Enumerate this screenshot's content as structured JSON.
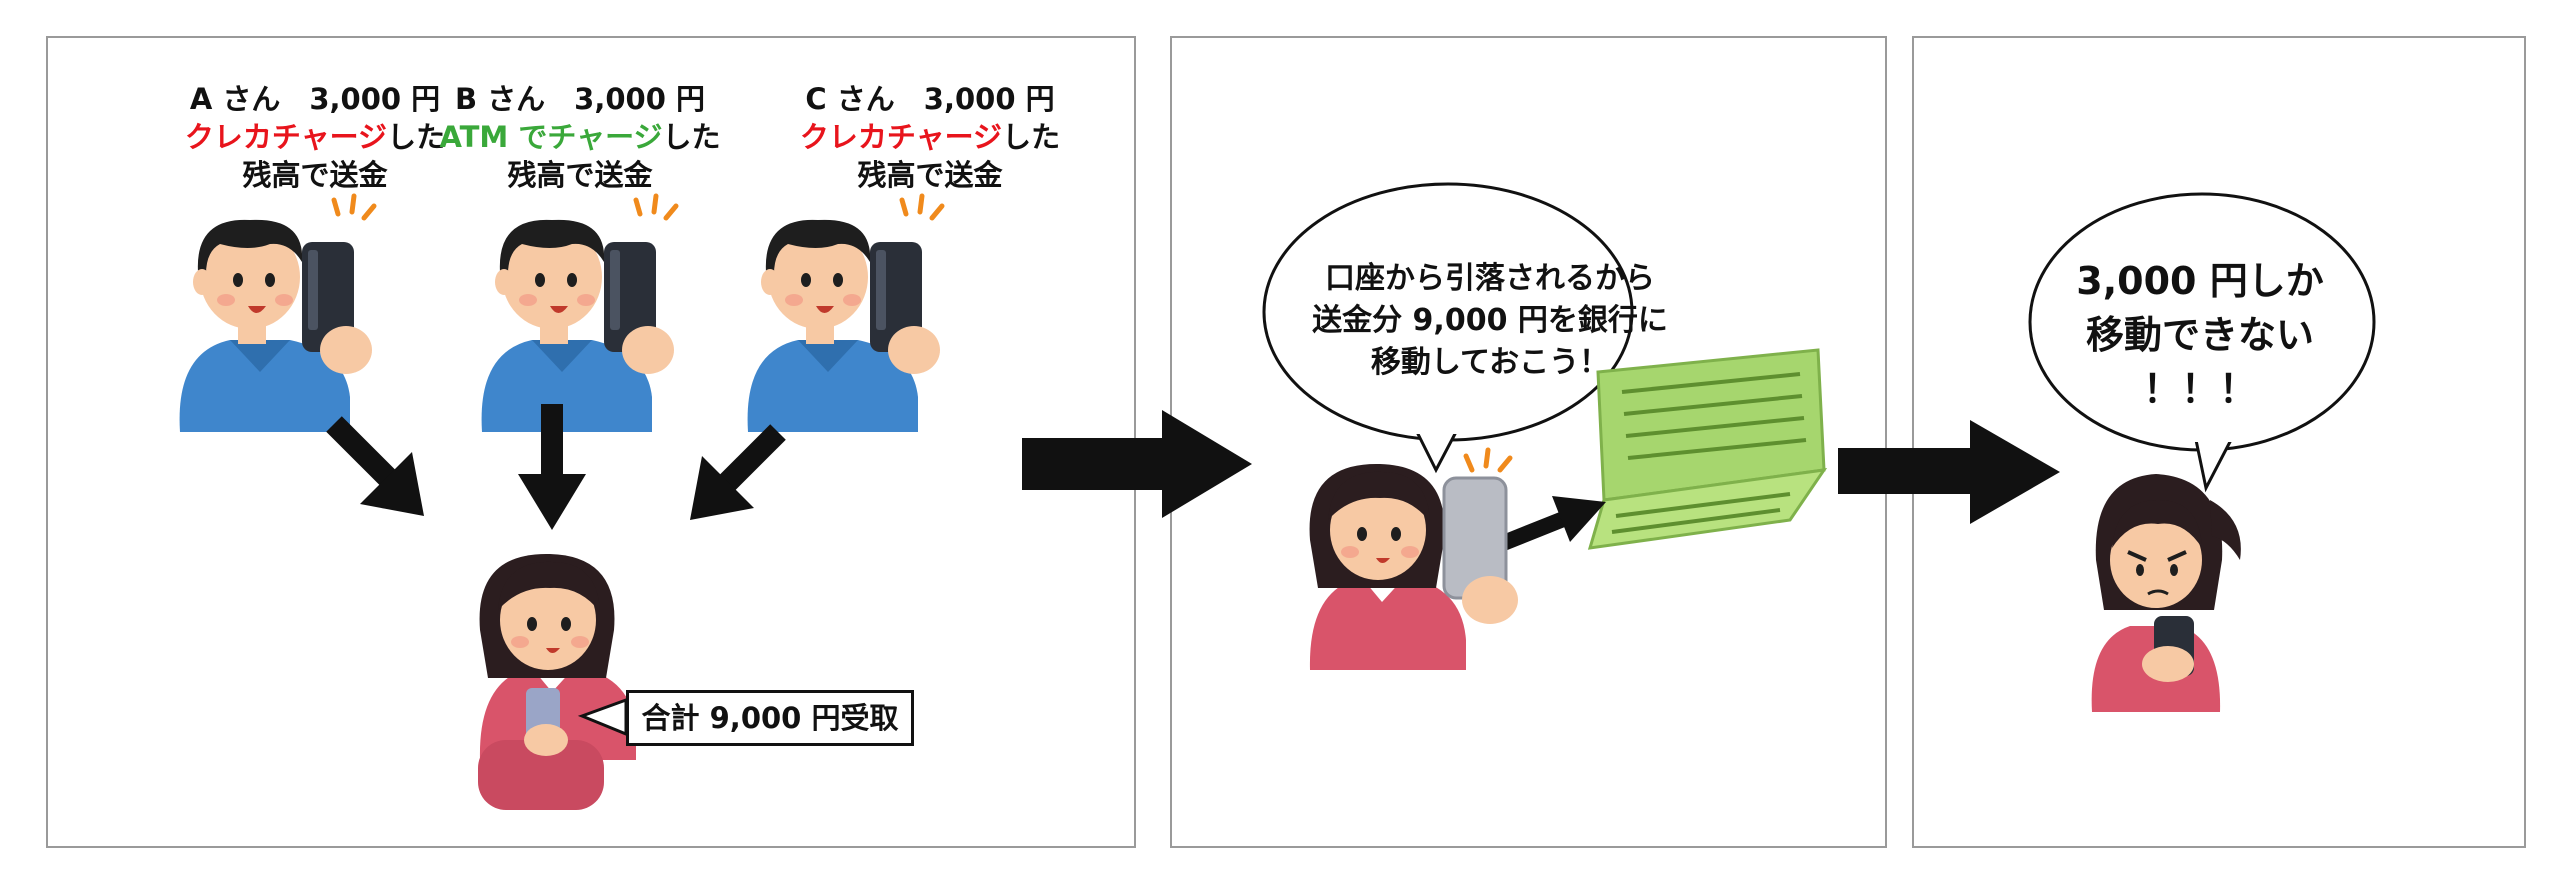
{
  "panel1": {
    "senders": [
      {
        "name_amount": "A さん　3,000 円",
        "method": "クレカチャージ",
        "method_suffix": "した",
        "action": "残高で送金",
        "method_color": "#e8141c"
      },
      {
        "name_amount": "B さん　3,000 円",
        "method": "ATM でチャージ",
        "method_suffix": "した",
        "action": "残高で送金",
        "method_color": "#3aa83a"
      },
      {
        "name_amount": "C さん　3,000 円",
        "method": "クレカチャージ",
        "method_suffix": "した",
        "action": "残高で送金",
        "method_color": "#e8141c"
      }
    ],
    "receive_label": "合計 9,000 円受取"
  },
  "panel2": {
    "speech": [
      "口座から引落されるから",
      "送金分 9,000 円を銀行に",
      "移動しておこう！"
    ]
  },
  "panel3": {
    "speech": [
      "3,000 円しか",
      "移動できない",
      "！！！"
    ]
  },
  "colors": {
    "credit_charge": "#e8141c",
    "atm_charge": "#3aa83a",
    "man_shirt": "#3f86cc",
    "woman_shirt": "#d9546a",
    "bankbook": "#9fd36a",
    "phone": "#2a2f38",
    "hair": "#1e1e1e"
  },
  "icons": [
    "man-with-phone-icon",
    "woman-with-phone-icon",
    "bankbook-icon",
    "arrow-icon",
    "notification-marks-icon"
  ]
}
